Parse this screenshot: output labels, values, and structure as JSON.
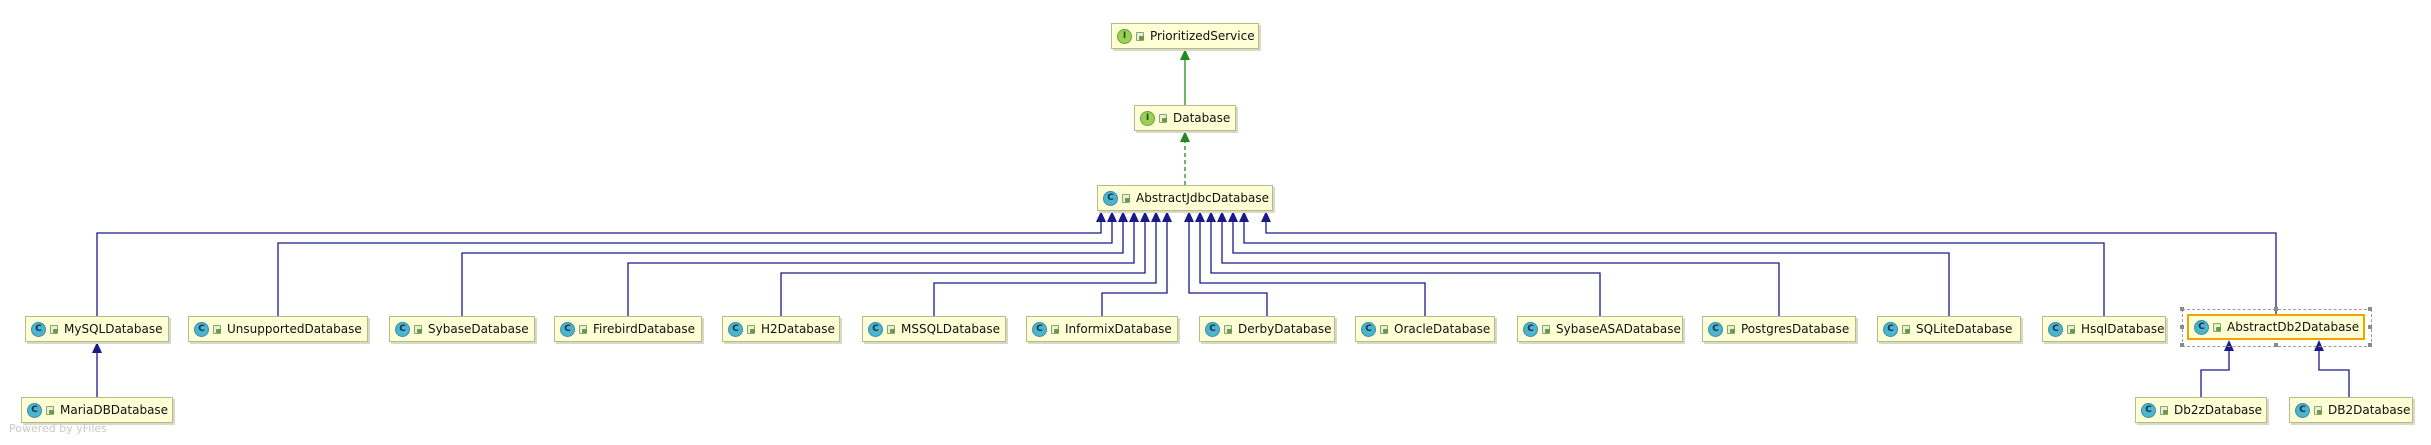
{
  "diagram": {
    "nodes": [
      {
        "id": "PrioritizedService",
        "label": "PrioritizedService",
        "kind": "I",
        "icon": "interface-icon"
      },
      {
        "id": "Database",
        "label": "Database",
        "kind": "I",
        "icon": "interface-icon"
      },
      {
        "id": "AbstractJdbcDatabase",
        "label": "AbstractJdbcDatabase",
        "kind": "C",
        "icon": "class-icon"
      },
      {
        "id": "MySQLDatabase",
        "label": "MySQLDatabase",
        "kind": "C",
        "icon": "class-icon"
      },
      {
        "id": "UnsupportedDatabase",
        "label": "UnsupportedDatabase",
        "kind": "C",
        "icon": "class-icon"
      },
      {
        "id": "SybaseDatabase",
        "label": "SybaseDatabase",
        "kind": "C",
        "icon": "class-icon"
      },
      {
        "id": "FirebirdDatabase",
        "label": "FirebirdDatabase",
        "kind": "C",
        "icon": "class-icon"
      },
      {
        "id": "H2Database",
        "label": "H2Database",
        "kind": "C",
        "icon": "class-icon"
      },
      {
        "id": "MSSQLDatabase",
        "label": "MSSQLDatabase",
        "kind": "C",
        "icon": "class-icon"
      },
      {
        "id": "InformixDatabase",
        "label": "InformixDatabase",
        "kind": "C",
        "icon": "class-icon"
      },
      {
        "id": "DerbyDatabase",
        "label": "DerbyDatabase",
        "kind": "C",
        "icon": "class-icon"
      },
      {
        "id": "OracleDatabase",
        "label": "OracleDatabase",
        "kind": "C",
        "icon": "class-icon"
      },
      {
        "id": "SybaseASADatabase",
        "label": "SybaseASADatabase",
        "kind": "C",
        "icon": "class-icon"
      },
      {
        "id": "PostgresDatabase",
        "label": "PostgresDatabase",
        "kind": "C",
        "icon": "class-icon"
      },
      {
        "id": "SQLiteDatabase",
        "label": "SQLiteDatabase",
        "kind": "C",
        "icon": "class-icon"
      },
      {
        "id": "HsqlDatabase",
        "label": "HsqlDatabase",
        "kind": "C",
        "icon": "class-icon"
      },
      {
        "id": "AbstractDb2Database",
        "label": "AbstractDb2Database",
        "kind": "C",
        "icon": "class-icon",
        "selected": true
      },
      {
        "id": "MariaDBDatabase",
        "label": "MariaDBDatabase",
        "kind": "C",
        "icon": "class-icon"
      },
      {
        "id": "Db2zDatabase",
        "label": "Db2zDatabase",
        "kind": "C",
        "icon": "class-icon"
      },
      {
        "id": "DB2Database",
        "label": "DB2Database",
        "kind": "C",
        "icon": "class-icon"
      }
    ],
    "edges": [
      {
        "from": "Database",
        "to": "PrioritizedService",
        "type": "extends"
      },
      {
        "from": "AbstractJdbcDatabase",
        "to": "Database",
        "type": "implements"
      },
      {
        "from": "MySQLDatabase",
        "to": "AbstractJdbcDatabase",
        "type": "extends"
      },
      {
        "from": "UnsupportedDatabase",
        "to": "AbstractJdbcDatabase",
        "type": "extends"
      },
      {
        "from": "SybaseDatabase",
        "to": "AbstractJdbcDatabase",
        "type": "extends"
      },
      {
        "from": "FirebirdDatabase",
        "to": "AbstractJdbcDatabase",
        "type": "extends"
      },
      {
        "from": "H2Database",
        "to": "AbstractJdbcDatabase",
        "type": "extends"
      },
      {
        "from": "MSSQLDatabase",
        "to": "AbstractJdbcDatabase",
        "type": "extends"
      },
      {
        "from": "InformixDatabase",
        "to": "AbstractJdbcDatabase",
        "type": "extends"
      },
      {
        "from": "DerbyDatabase",
        "to": "AbstractJdbcDatabase",
        "type": "extends"
      },
      {
        "from": "OracleDatabase",
        "to": "AbstractJdbcDatabase",
        "type": "extends"
      },
      {
        "from": "SybaseASADatabase",
        "to": "AbstractJdbcDatabase",
        "type": "extends"
      },
      {
        "from": "PostgresDatabase",
        "to": "AbstractJdbcDatabase",
        "type": "extends"
      },
      {
        "from": "SQLiteDatabase",
        "to": "AbstractJdbcDatabase",
        "type": "extends"
      },
      {
        "from": "HsqlDatabase",
        "to": "AbstractJdbcDatabase",
        "type": "extends"
      },
      {
        "from": "AbstractDb2Database",
        "to": "AbstractJdbcDatabase",
        "type": "extends"
      },
      {
        "from": "MariaDBDatabase",
        "to": "MySQLDatabase",
        "type": "extends"
      },
      {
        "from": "Db2zDatabase",
        "to": "AbstractDb2Database",
        "type": "extends"
      },
      {
        "from": "DB2Database",
        "to": "AbstractDb2Database",
        "type": "extends"
      }
    ]
  },
  "colors": {
    "extends_line": "#1a1a8c",
    "implements_line": "#1f8a1f",
    "interface_extends_line": "#1f8a1f",
    "node_fill": "#ffffd6",
    "selected_border": "#f0a400"
  },
  "watermark": "Powered by yFiles"
}
